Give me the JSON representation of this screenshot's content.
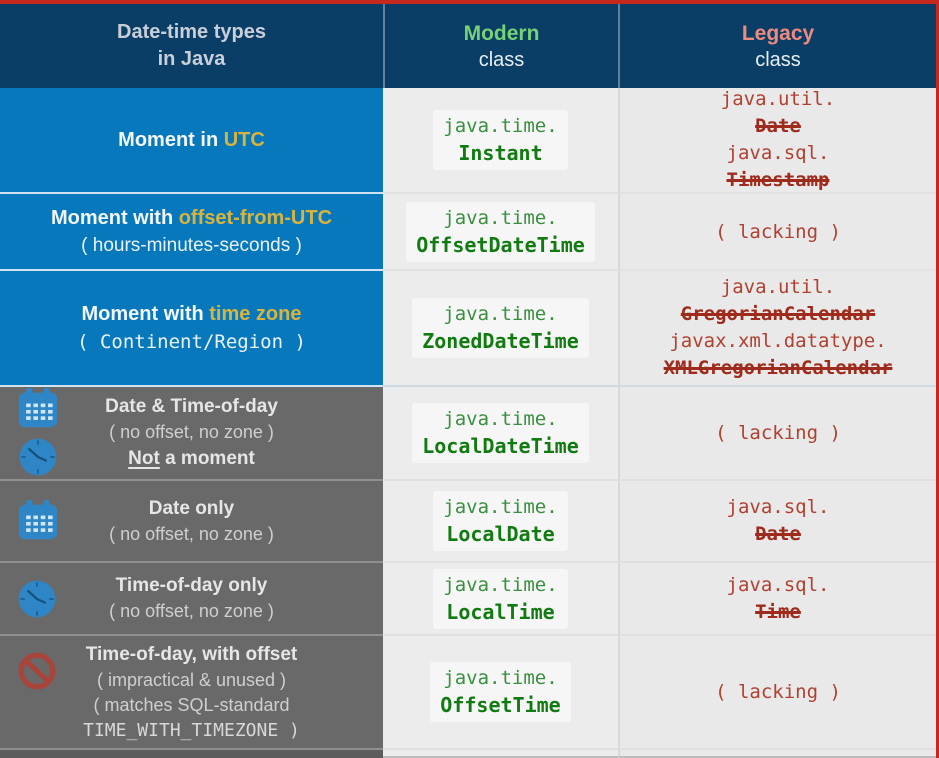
{
  "header": {
    "types_line1": "Date-time types",
    "types_line2": "in Java",
    "modern_label": "Modern",
    "modern_sub": "class",
    "legacy_label": "Legacy",
    "legacy_sub": "class"
  },
  "rows": [
    {
      "name": "moment-utc",
      "title": "Moment in ",
      "highlight": "UTC",
      "modern": {
        "pkg": "java.time.",
        "cls": "Instant"
      },
      "legacy": {
        "items": [
          {
            "pkg": "java.util.",
            "cls": "Date"
          },
          {
            "pkg": "java.sql.",
            "cls": "Timestamp"
          }
        ]
      }
    },
    {
      "name": "moment-offset-from-utc",
      "title": "Moment with ",
      "highlight": "offset-from-UTC",
      "subline": "( hours-minutes-seconds )",
      "modern": {
        "pkg": "java.time.",
        "cls": "OffsetDateTime"
      },
      "legacy": {
        "lacking": "( lacking )"
      }
    },
    {
      "name": "moment-time-zone",
      "title": "Moment with ",
      "highlight": "time zone",
      "subline": "( Continent/Region )",
      "modern": {
        "pkg": "java.time.",
        "cls": "ZonedDateTime"
      },
      "legacy": {
        "items": [
          {
            "pkg": "java.util.",
            "cls": "GregorianCalendar"
          },
          {
            "pkg": "javax.xml.datatype.",
            "cls": "XMLGregorianCalendar"
          }
        ]
      }
    },
    {
      "name": "date-and-time-of-day",
      "icons": [
        "calendar-icon",
        "clock-icon"
      ],
      "title": "Date & Time-of-day",
      "subline": "( no offset, no zone )",
      "note_underlined": "Not",
      "note_rest": " a moment",
      "modern": {
        "pkg": "java.time.",
        "cls": "LocalDateTime"
      },
      "legacy": {
        "lacking": "( lacking )"
      }
    },
    {
      "name": "date-only",
      "icons": [
        "calendar-icon"
      ],
      "title": "Date only",
      "subline": "( no offset, no zone )",
      "modern": {
        "pkg": "java.time.",
        "cls": "LocalDate"
      },
      "legacy": {
        "items": [
          {
            "pkg": "java.sql.",
            "cls": "Date"
          }
        ]
      }
    },
    {
      "name": "time-of-day-only",
      "icons": [
        "clock-icon"
      ],
      "title": "Time-of-day only",
      "subline": "( no offset, no zone )",
      "modern": {
        "pkg": "java.time.",
        "cls": "LocalTime"
      },
      "legacy": {
        "items": [
          {
            "pkg": "java.sql.",
            "cls": "Time"
          }
        ]
      }
    },
    {
      "name": "time-of-day-with-offset",
      "icons": [
        "prohibited-icon"
      ],
      "title": "Time-of-day, with offset",
      "subline": "( impractical & unused )",
      "subline2": "( matches SQL-standard",
      "subline3": "TIME_WITH_TIMEZONE )",
      "modern": {
        "pkg": "java.time.",
        "cls": "OffsetTime"
      },
      "legacy": {
        "lacking": "( lacking )"
      }
    }
  ],
  "colors": {
    "header_bg": "#0a3e66",
    "blue_row_bg": "#0878bd",
    "gray_row_bg": "#696969",
    "highlight_yellow": "#d9b43c",
    "modern_header_green": "#76d275",
    "legacy_header_pink": "#ef8a80",
    "modern_code_green": "#3a8f3f",
    "modern_code_green_bold": "#117a11",
    "legacy_code_red": "#b0402f",
    "legacy_code_red_struck": "#9e2b1b",
    "border_red": "#c5281c",
    "icon_blue": "#2e86c7"
  }
}
